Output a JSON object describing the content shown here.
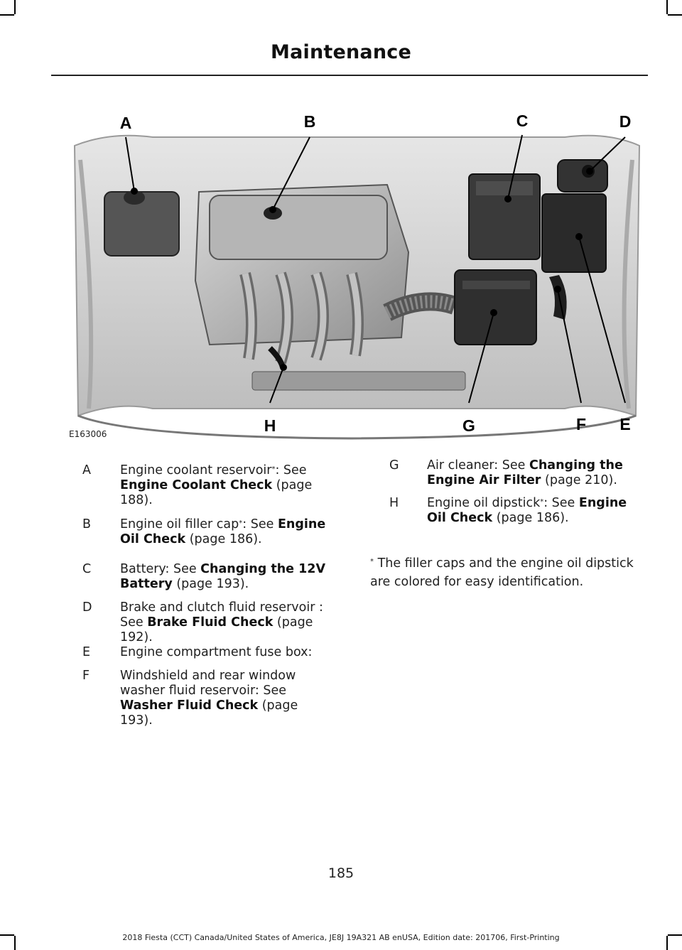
{
  "header": {
    "title": "Maintenance"
  },
  "figure": {
    "id": "E163006",
    "callouts": {
      "a": "A",
      "b": "B",
      "c": "C",
      "d": "D",
      "e": "E",
      "f": "F",
      "g": "G",
      "h": "H"
    }
  },
  "legend": {
    "a": {
      "letter": "A",
      "pre": "Engine coolant reservoir",
      "mid": ":  See ",
      "link": "Engine Coolant Check",
      "post": " (page 188)."
    },
    "b": {
      "letter": "B",
      "pre": "Engine oil filler cap",
      "mid": ": See ",
      "link": "Engine Oil Check",
      "post": " (page 186)."
    },
    "c": {
      "letter": "C",
      "pre": "Battery:  See ",
      "link": "Changing the 12V Battery",
      "post": " (page 193)."
    },
    "d": {
      "letter": "D",
      "pre": "Brake and clutch fluid reservoir : See ",
      "link": "Brake Fluid Check",
      "post": " (page 192)."
    },
    "e": {
      "letter": "E",
      "pre": "Engine compartment fuse box:"
    },
    "f": {
      "letter": "F",
      "pre": "Windshield and rear window washer fluid reservoir:  See ",
      "link": "Washer Fluid Check",
      "post": " (page 193)."
    },
    "g": {
      "letter": "G",
      "pre": "Air cleaner:  See ",
      "link": "Changing the Engine Air Filter",
      "post": " (page 210)."
    },
    "h": {
      "letter": "H",
      "pre": "Engine oil dipstick",
      "mid": ":  See ",
      "link": "Engine Oil Check",
      "post": " (page 186)."
    },
    "asterisk": "*"
  },
  "footnote": {
    "mark": "*",
    "text": " The filler caps and the engine oil dipstick are colored for easy identification."
  },
  "footer": {
    "page_number": "185",
    "edition": "2018 Fiesta (CCT) Canada/United States of America, JE8J 19A321 AB enUSA, Edition date: 201706, First-Printing"
  }
}
